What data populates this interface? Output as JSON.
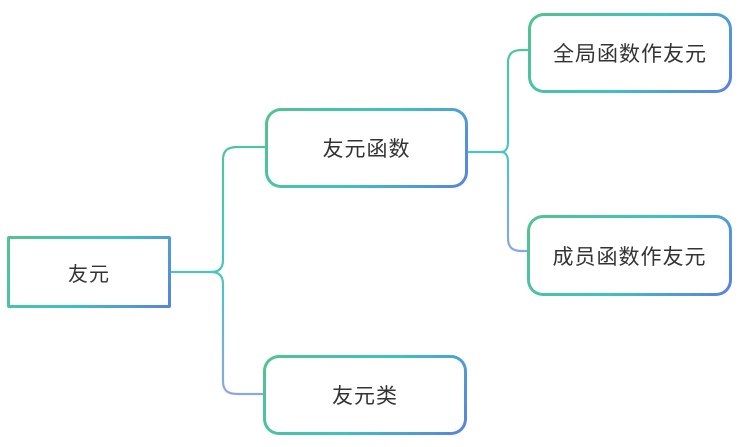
{
  "colors": {
    "canvas_background": "#ffffff",
    "text": "#333333",
    "border_gradient_css": "linear-gradient(125deg, #53c38d 0%, #40c1c1 52%, #5b80e2 100%)",
    "border_green": "#53c38d",
    "border_teal": "#40c1c1",
    "border_blue": "#5b80e2",
    "connector_green": "#52c3a0",
    "connector_teal": "#4cc3c3",
    "connector_blue": "#8ea6e0"
  },
  "mindmap": {
    "root": {
      "label": "友元"
    },
    "children": [
      {
        "label": "友元函数",
        "children": [
          {
            "label": "全局函数作友元"
          },
          {
            "label": "成员函数作友元"
          }
        ]
      },
      {
        "label": "友元类",
        "children": []
      }
    ]
  }
}
